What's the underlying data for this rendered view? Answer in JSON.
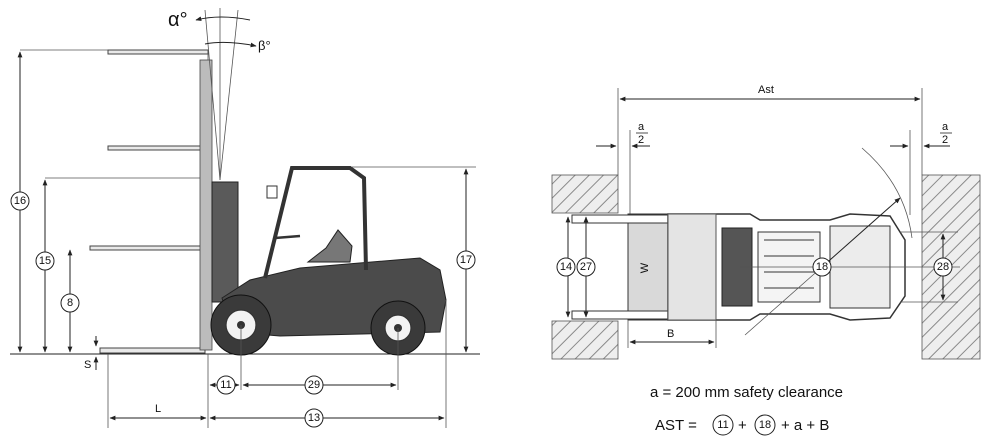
{
  "side_view": {
    "angle_alpha": "α°",
    "angle_beta": "β°",
    "badges": {
      "mast_height_extended": "16",
      "lift_height": "15",
      "free_lift": "8",
      "overhead_guard_height": "17",
      "front_overhang": "11",
      "wheelbase": "29",
      "length_to_fork_face": "13"
    },
    "label_fork_length": "L",
    "label_fork_thickness": "S"
  },
  "top_view": {
    "label_aisle": "Ast",
    "label_half_a_num": "a",
    "label_half_a_den": "2",
    "label_width": "W",
    "label_load_length": "B",
    "badges": {
      "fork_width": "14",
      "fork_spread": "27",
      "turning_radius": "18",
      "overall_width": "28"
    }
  },
  "notes": {
    "clearance": "a = 200 mm  safety clearance",
    "formula_prefix": "AST =",
    "formula_term1": "11",
    "formula_plus1": "+",
    "formula_term2": "18",
    "formula_rest": "+ a  +  B"
  },
  "colors": {
    "line": "#222222",
    "body": "#4b4b4b",
    "hatch": "#8a8a8a",
    "load": "#d9d9d9"
  }
}
